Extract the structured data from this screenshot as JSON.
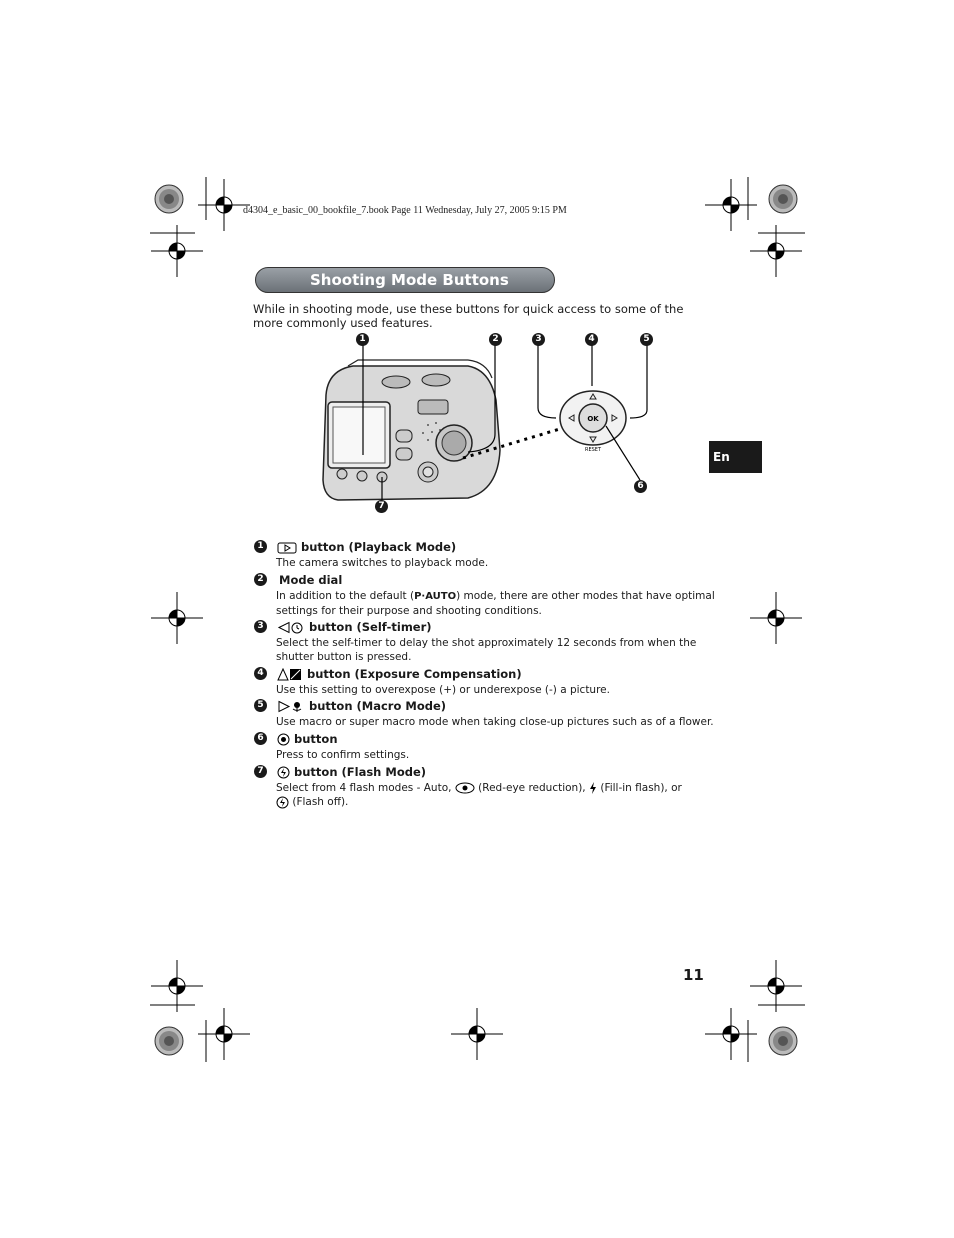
{
  "header": {
    "file_line": "d4304_e_basic_00_bookfile_7.book  Page 11  Wednesday, July 27, 2005  9:15 PM"
  },
  "section": {
    "title": "Shooting Mode Buttons"
  },
  "intro": "While in shooting mode, use these buttons for quick access to some of the more commonly used features.",
  "side_tab": "En",
  "page_number": "11",
  "figure": {
    "callouts": [
      "1",
      "2",
      "3",
      "4",
      "5",
      "6",
      "7"
    ],
    "ok_label": "OK",
    "reset_label": "RESET"
  },
  "items": [
    {
      "num": "1",
      "icon": "playback-icon",
      "title": "button (Playback Mode)",
      "desc": "The camera switches to playback mode."
    },
    {
      "num": "2",
      "icon": "",
      "title": "Mode dial",
      "desc_pre": "In addition to the default (",
      "desc_badge": "P·AUTO",
      "desc_post": ") mode, there are other modes that have optimal settings for their purpose and shooting conditions."
    },
    {
      "num": "3",
      "icon": "left-self-timer-icon",
      "title": "button (Self-timer)",
      "desc": "Select the self-timer to delay the shot approximately 12 seconds from when the shutter button is pressed."
    },
    {
      "num": "4",
      "icon": "up-exposure-icon",
      "title": "button (Exposure Compensation)",
      "desc": "Use this setting to overexpose (+) or underexpose (-) a picture."
    },
    {
      "num": "5",
      "icon": "right-macro-icon",
      "title": "button (Macro Mode)",
      "desc": "Use macro or super macro mode when taking close-up pictures such as of a flower."
    },
    {
      "num": "6",
      "icon": "ok-icon",
      "title": "button",
      "desc": "Press to confirm settings."
    },
    {
      "num": "7",
      "icon": "flash-icon",
      "title": "button (Flash Mode)",
      "desc_a": "Select from 4 flash modes - Auto,",
      "desc_b": "(Red-eye reduction),",
      "desc_c": "(Fill-in flash), or",
      "desc_d": "(Flash off)."
    }
  ]
}
